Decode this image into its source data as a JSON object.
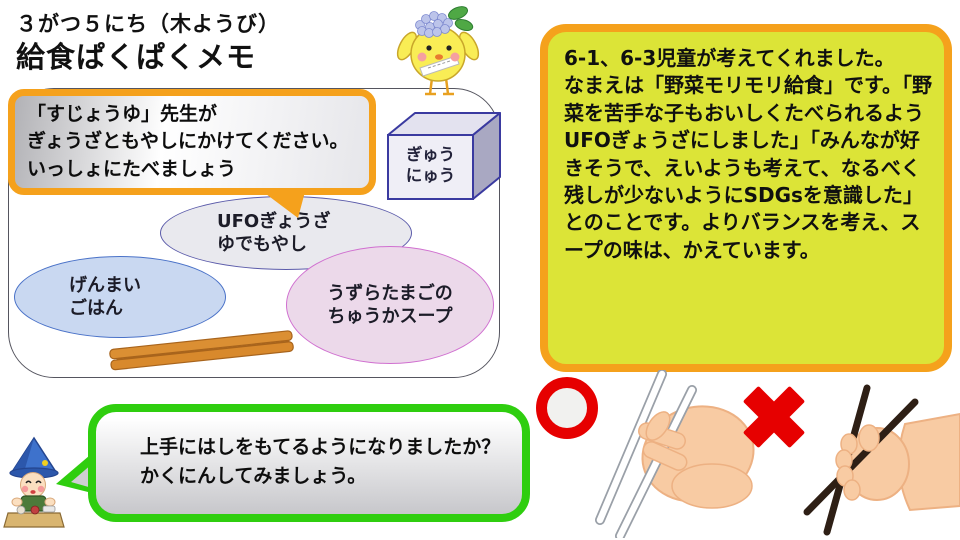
{
  "header": {
    "date": "３がつ５にち（木ようび）",
    "title": "給食ぱくぱくメモ"
  },
  "teacher_bubble": {
    "lines": [
      "「すじょうゆ」先生が",
      "ぎょうざともやしにかけてください。",
      "いっしょにたべましょう"
    ]
  },
  "tray": {
    "milk": {
      "lines": [
        "ぎゅう",
        "にゅう"
      ]
    },
    "dishes": [
      {
        "id": "ufo-gyoza",
        "lines": [
          "UFOぎょうざ",
          "ゆでもやし"
        ]
      },
      {
        "id": "genmai-gohan",
        "lines": [
          "げんまい",
          "ごはん"
        ]
      },
      {
        "id": "uzura-soup",
        "lines": [
          "うずらたまごの",
          "ちゅうかスープ"
        ]
      }
    ]
  },
  "info_box": {
    "segments": [
      {
        "text": "6-1、6-3児童が考えてくれました。\nなまえは「",
        "bold": false
      },
      {
        "text": "野菜モリモリ給食",
        "bold": true
      },
      {
        "text": "」です。「",
        "bold": false
      },
      {
        "text": "野菜を苦手な子もおいしくたべられるようUFOぎょうざにしました」「みんなが好きそうで、えいようも考えて、なるべく残しが少ないようにSDGsを意識した",
        "bold": true
      },
      {
        "text": "」とのことです。よりバランスを考え、スープの味は、かえています。",
        "bold": false
      }
    ]
  },
  "chopstick_bubble": {
    "lines": [
      "上手にはしをもてるようになりましたか？",
      "かくにんしてみましょう。"
    ]
  },
  "icons": {
    "correct_mark": "red-circle-ring",
    "wrong_mark": "red-cross-x",
    "chick_mascot": "chick-with-hydrangea-hat",
    "child_mascot": "blue-hat-child-eating",
    "correct_hand": "hand-holding-chopsticks-correctly",
    "wrong_hand": "fist-gripping-crossed-chopsticks"
  },
  "colors": {
    "accent_orange": "#F5A11C",
    "info_fill": "#DCE437",
    "green_border": "#2FCE0F",
    "mark_red": "#E60000",
    "rice_ellipse": "#c9d8f1",
    "soup_ellipse": "#ecd9ea",
    "ufo_ellipse": "#e9e9ee"
  }
}
